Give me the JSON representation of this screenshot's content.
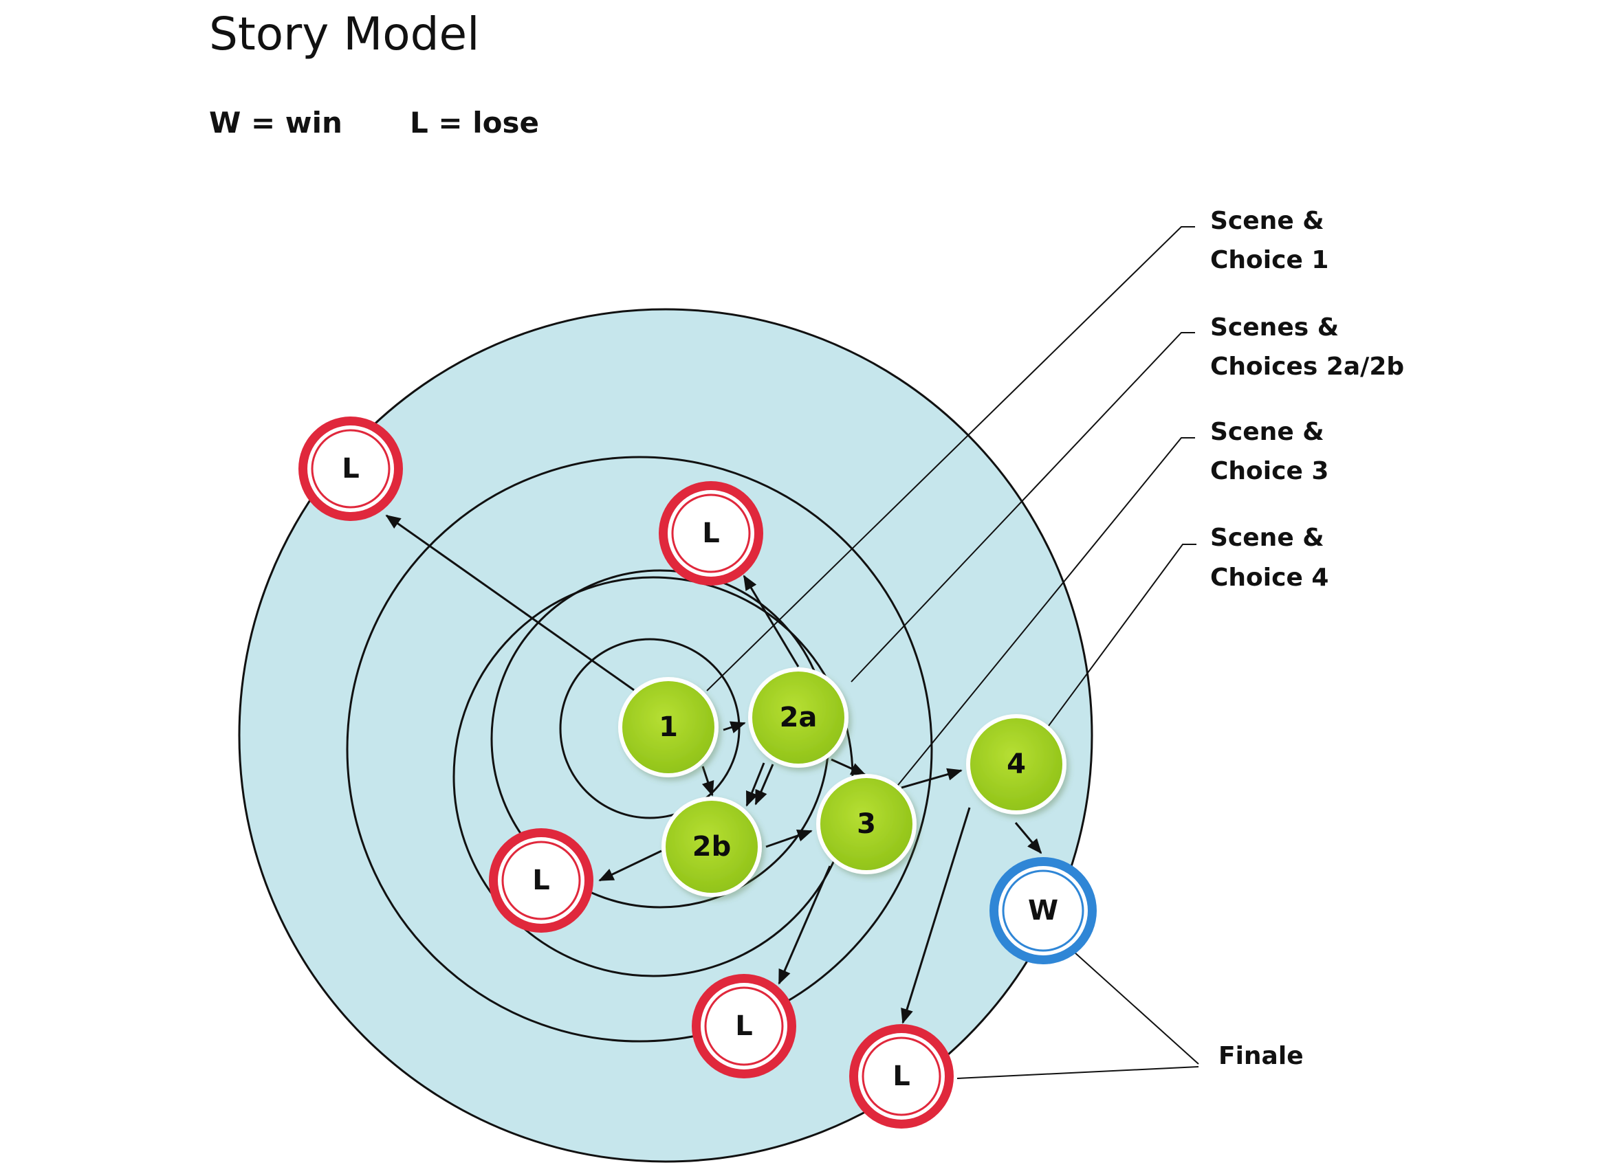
{
  "title": "Story Model",
  "legend": {
    "win": "W = win",
    "lose": "L = lose"
  },
  "colors": {
    "background_disc": "#c6e6ec",
    "scene_node": "#a6d22a",
    "lose_node": "#e0283c",
    "win_node": "#2f86d6",
    "line": "#111111"
  },
  "nodes": {
    "scene_1": "1",
    "scene_2a": "2a",
    "scene_2b": "2b",
    "scene_3": "3",
    "scene_4": "4",
    "lose_a": "L",
    "lose_b": "L",
    "lose_c": "L",
    "lose_d": "L",
    "lose_e": "L",
    "win": "W"
  },
  "labels": {
    "ring1": [
      "Scene &",
      "Choice 1"
    ],
    "ring2": [
      "Scenes &",
      "Choices 2a/2b"
    ],
    "ring3": [
      "Scene &",
      "Choice 3"
    ],
    "ring4": [
      "Scene &",
      "Choice 4"
    ],
    "finale": "Finale"
  }
}
